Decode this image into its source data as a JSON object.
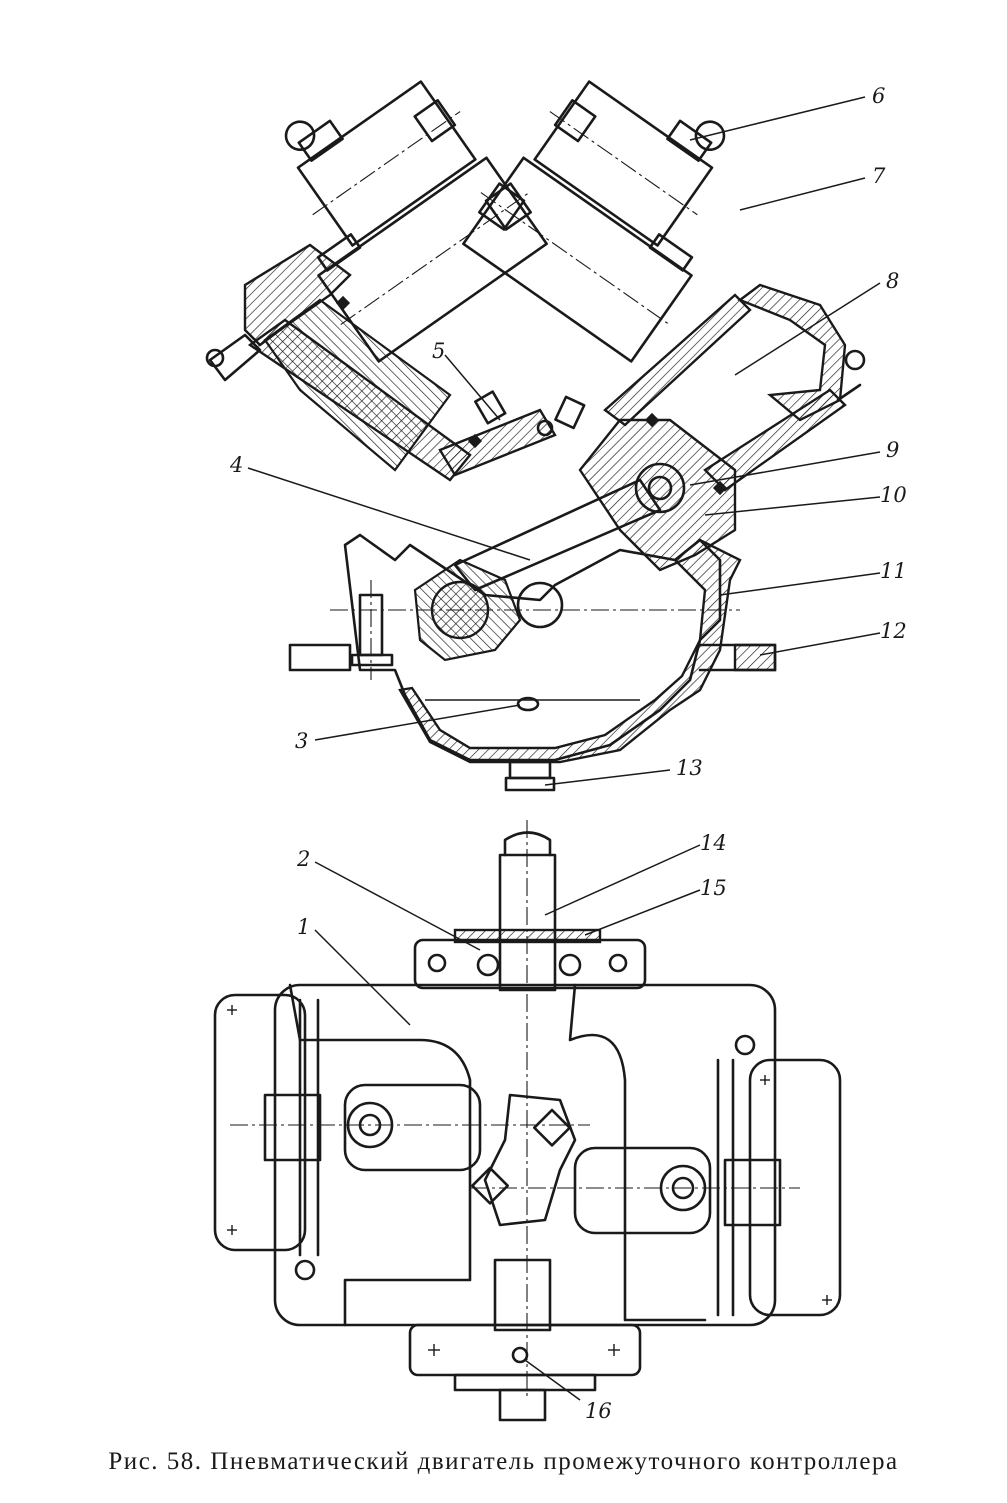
{
  "figure": {
    "caption_prefix": "Рис. 58.",
    "caption_title": "Пневматический двигатель промежуточного контроллера"
  },
  "labels": {
    "l1": "1",
    "l2": "2",
    "l3": "3",
    "l4": "4",
    "l5": "5",
    "l6": "6",
    "l7": "7",
    "l8": "8",
    "l9": "9",
    "l10": "10",
    "l11": "11",
    "l12": "12",
    "l13": "13",
    "l14": "14",
    "l15": "15",
    "l16": "16"
  }
}
